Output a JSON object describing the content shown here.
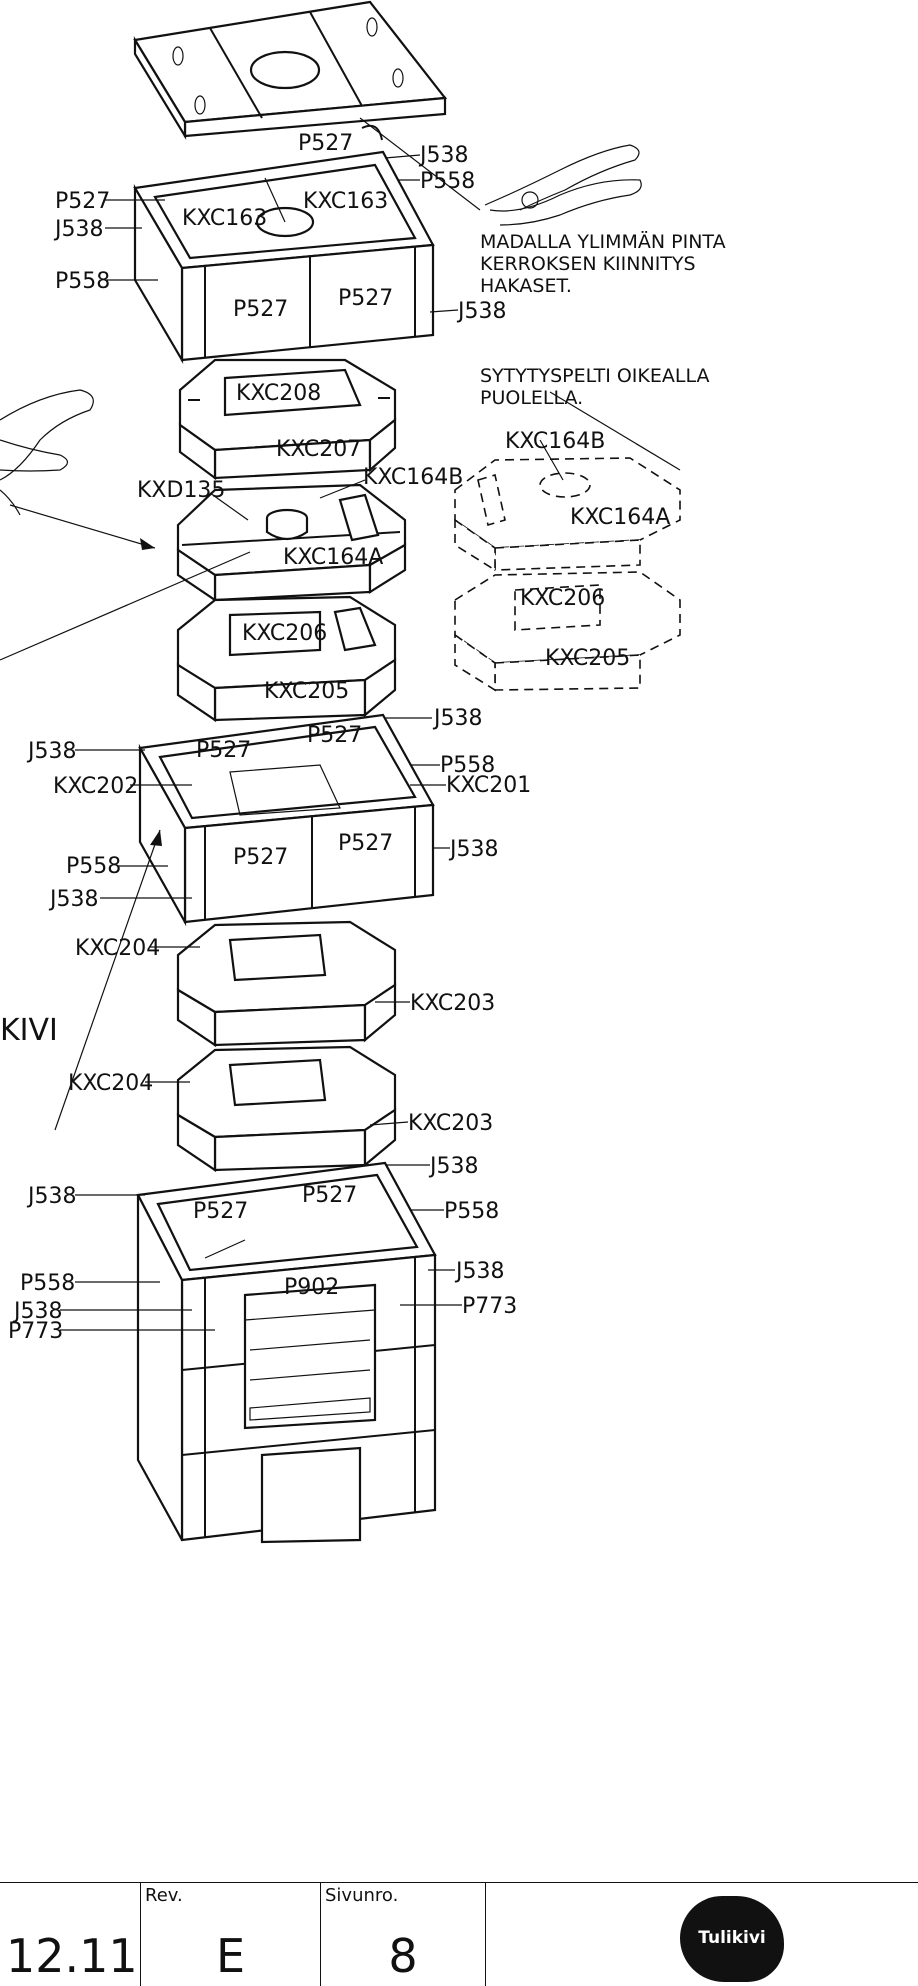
{
  "labels": {
    "top_p527_a": "P527",
    "top_j538_r": "J538",
    "top_p558_r": "P558",
    "top_p527_l": "P527",
    "top_j538_l": "J538",
    "top_kxc163_l": "KXC163",
    "top_kxc163_r": "KXC163",
    "top_p558_l": "P558",
    "top_p527_f1": "P527",
    "top_p527_f2": "P527",
    "top_j538_fr": "J538",
    "kxc208": "KXC208",
    "kxc207": "KXC207",
    "kxd135": "KXD135",
    "kxc164b": "KXC164B",
    "kxc164a": "KXC164A",
    "kxc206": "KXC206",
    "kxc205": "KXC205",
    "alt_kxc164b": "KXC164B",
    "alt_kxc164a": "KXC164A",
    "alt_kxc206": "KXC206",
    "alt_kxc205": "KXC205",
    "mid_j538_tr": "J538",
    "mid_j538_l": "J538",
    "mid_p527_b1": "P527",
    "mid_p527_b2": "P527",
    "mid_p558_r": "P558",
    "mid_kxc202": "KXC202",
    "mid_kxc201": "KXC201",
    "mid_p527_f1": "P527",
    "mid_p527_f2": "P527",
    "mid_p558_l": "P558",
    "mid_j538_fr": "J538",
    "mid_j538_bl": "J538",
    "kxc204_a": "KXC204",
    "kxc203_a": "KXC203",
    "kxc204_b": "KXC204",
    "kxc203_b": "KXC203",
    "bot_j538_tr": "J538",
    "bot_j538_l": "J538",
    "bot_p527_1": "P527",
    "bot_p527_2": "P527",
    "bot_p558_r": "P558",
    "bot_p558_l": "P558",
    "bot_j538_r": "J538",
    "bot_p902": "P902",
    "bot_j538_l2": "J538",
    "bot_p773_l": "P773",
    "bot_p773_r": "P773",
    "side_text": "KIVI"
  },
  "notes": {
    "top_note": [
      "MADALLA YLIMMÄN PINTA",
      "KERROKSEN KIINNITYS",
      "HAKASET."
    ],
    "damper_note": [
      "SYTYTYSPELTI OIKEALLA",
      "PUOLELLA."
    ]
  },
  "footer": {
    "date_fragment": "12.11",
    "rev_label": "Rev.",
    "rev_value": "E",
    "page_label": "Sivunro.",
    "page_value": "8",
    "logo_text": "Tulikivi"
  }
}
